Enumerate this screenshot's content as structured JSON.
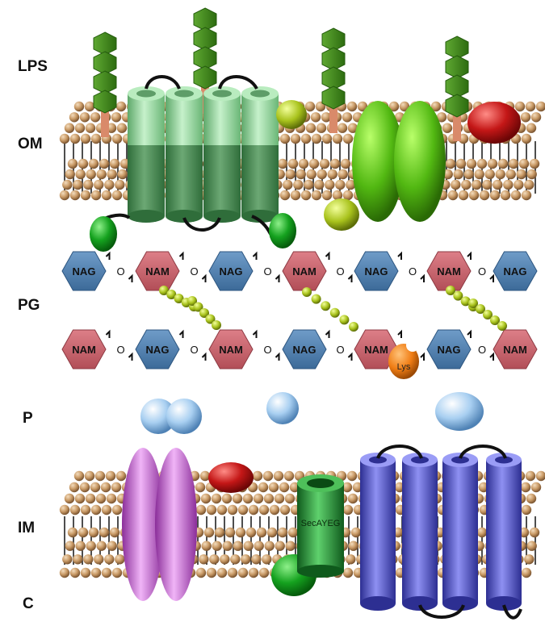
{
  "labels": {
    "lps": "LPS",
    "om": "OM",
    "pg": "PG",
    "p": "P",
    "im": "IM",
    "c": "C"
  },
  "peptidoglycan": {
    "row1": [
      "NAG",
      "NAM",
      "NAG",
      "NAM",
      "NAG",
      "NAM",
      "NAG"
    ],
    "row2": [
      "NAM",
      "NAG",
      "NAM",
      "NAG",
      "NAM",
      "NAG",
      "NAM"
    ],
    "linkage": "O"
  },
  "proteins": {
    "lysozyme": "Lys",
    "translocon": "SecAYEG"
  },
  "colors": {
    "lipid_head": "#c99a66",
    "nag": "#4f7fb0",
    "nam": "#c5616b",
    "lps_chain": "#3e8a1e",
    "outer_porin": "#8fd79a",
    "inner_channel": "#c566d6",
    "inner_transporter": "#4f53c9",
    "sec_translocon": "#2e9a3a",
    "periplasmic_protein": "#9dc7ee",
    "lysozyme": "#f07d14",
    "crosslink_peptide": "#b9c43a"
  }
}
